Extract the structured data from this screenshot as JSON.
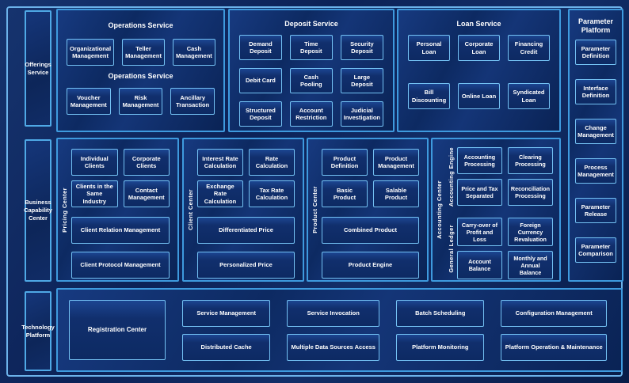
{
  "palette": {
    "page_bg": "#0C2257",
    "section_border": "#3E9ADE",
    "box_border": "#74C2F4",
    "box_fill": "#112F6D",
    "frame_border": "#6CB2EA",
    "text": "#FFFFFF"
  },
  "left_rail": {
    "offerings": "Offerings Service",
    "business": "Business Capability Center",
    "technology": "Technology Platform"
  },
  "operations": {
    "title": "Operations Service",
    "mid_label": "Operations Service",
    "row1": [
      "Organizational Management",
      "Teller Management",
      "Cash Management"
    ],
    "row2": [
      "Voucher Management",
      "Risk Management",
      "Ancillary Transaction"
    ]
  },
  "deposit": {
    "title": "Deposit Service",
    "items": [
      "Demand Deposit",
      "Time Deposit",
      "Security Deposit",
      "Debit Card",
      "Cash Pooling",
      "Large Deposit",
      "Structured Deposit",
      "Account Restriction",
      "Judicial Investigation"
    ]
  },
  "loan": {
    "title": "Loan Service",
    "items": [
      "Personal Loan",
      "Corporate Loan",
      "Financing Credit",
      "Bill Discounting",
      "Online Loan",
      "Syndicated Loan"
    ]
  },
  "parameter": {
    "title": "Parameter Platform",
    "items": [
      "Parameter Definition",
      "Interface Definition",
      "Change Management",
      "Process Management",
      "Parameter Release",
      "Parameter Comparison"
    ]
  },
  "pricing": {
    "label": "Pricing Center",
    "small": [
      "Individual Clients",
      "Corporate Clients",
      "Clients in the Same Industry",
      "Contact Management"
    ],
    "wide": [
      "Client Relation Management",
      "Client Protocol Management"
    ]
  },
  "client": {
    "label": "Client Center",
    "small": [
      "Interest Rate Calculation",
      "Rate Calculation",
      "Exchange Rate Calculation",
      "Tax Rate Calculation"
    ],
    "wide": [
      "Differentiated Price",
      "Personalized Price"
    ]
  },
  "product": {
    "label": "Product Center",
    "small": [
      "Product Definition",
      "Product Management",
      "Basic Product",
      "Salable Product"
    ],
    "wide": [
      "Combined Product",
      "Product Engine"
    ]
  },
  "accounting": {
    "label": "Accounting Center",
    "groups": [
      {
        "label": "Accounting Engine",
        "items": [
          "Accounting Processing",
          "Clearing Processing",
          "Price and Tax Separated",
          "Reconciliation Processing"
        ]
      },
      {
        "label": "General Ledger",
        "items": [
          "Carry-over of Profit and Loss",
          "Foreign Currency Revaluation",
          "Account Balance",
          "Monthly and Annual Balance"
        ]
      }
    ]
  },
  "technology": {
    "registration": "Registration Center",
    "row1": [
      "Service Management",
      "Service Invocation",
      "Batch Scheduling",
      "Configuration Management"
    ],
    "row2": [
      "Distributed Cache",
      "Multiple Data Sources Access",
      "Platform Monitoring",
      "Platform Operation & Maintenance"
    ]
  }
}
